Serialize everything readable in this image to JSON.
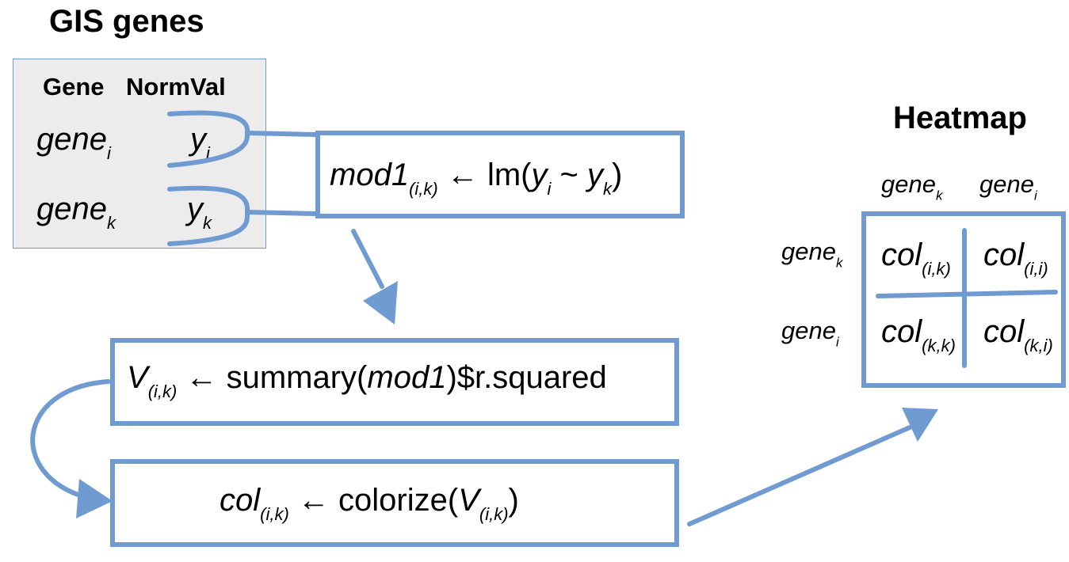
{
  "colors": {
    "accent": "#6f9bd1",
    "table_bg": "#ececec",
    "table_border": "#6f9bd1"
  },
  "gis": {
    "title": "GIS genes",
    "headers": {
      "gene": "Gene",
      "normval": "NormVal"
    },
    "rows": [
      {
        "gene": "gene",
        "gene_sub": "i",
        "val": "y",
        "val_sub": "i"
      },
      {
        "gene": "gene",
        "gene_sub": "k",
        "val": "y",
        "val_sub": "k"
      }
    ]
  },
  "box_mod": {
    "name": "mod1",
    "sub": "(i,k)",
    "arrow": "←",
    "fn_open": "lm(",
    "y1": "y",
    "y1_sub": "i",
    "tilde": "~",
    "y2": "y",
    "y2_sub": "k",
    "close": ")"
  },
  "box_v": {
    "name": "V",
    "sub": "(i,k)",
    "arrow": "←",
    "fn_open": "summary(",
    "arg": "mod1",
    "tail": ")$r.squared"
  },
  "box_col": {
    "name": "col",
    "sub": "(i,k)",
    "arrow": "←",
    "fn_open": "colorize(",
    "arg": "V",
    "arg_sub": "(i,k)",
    "close": ")"
  },
  "heatmap": {
    "title": "Heatmap",
    "col_headers": [
      {
        "text": "gene",
        "sub": "k"
      },
      {
        "text": "gene",
        "sub": "i"
      }
    ],
    "row_headers": [
      {
        "text": "gene",
        "sub": "k"
      },
      {
        "text": "gene",
        "sub": "i"
      }
    ],
    "cells": [
      [
        {
          "text": "col",
          "sub": "(i,k)"
        },
        {
          "text": "col",
          "sub": "(i,i)"
        }
      ],
      [
        {
          "text": "col",
          "sub": "(k,k)"
        },
        {
          "text": "col",
          "sub": "(k,i)"
        }
      ]
    ]
  }
}
